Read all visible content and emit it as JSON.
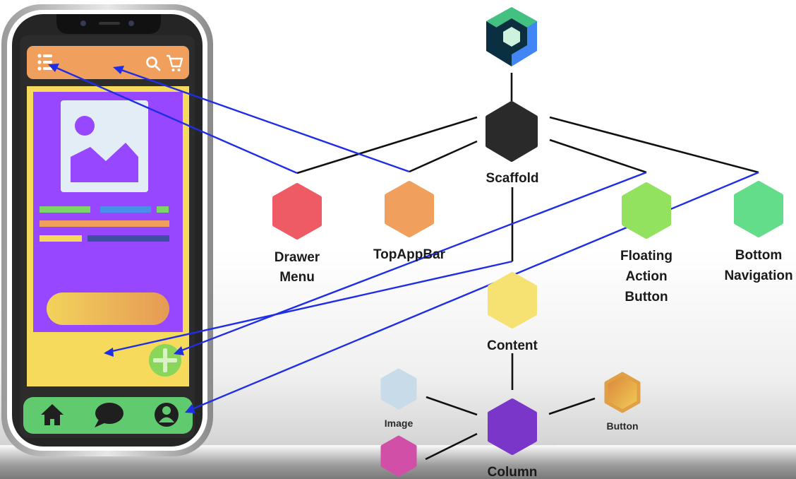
{
  "nodes": {
    "scaffold": "Scaffold",
    "drawer_menu": [
      "Drawer",
      "Menu"
    ],
    "top_app_bar": "TopAppBar",
    "floating_action_button": [
      "Floating",
      "Action",
      "Button"
    ],
    "bottom_navigation": [
      "Bottom",
      "Navigation"
    ],
    "content": "Content",
    "column": "Column",
    "image": "Image",
    "button": "Button"
  },
  "colors": {
    "scaffold": "#2a2a2a",
    "drawer_menu": "#ee5b64",
    "top_app_bar": "#f0a05c",
    "floating_action_button": "#92e25f",
    "bottom_navigation": "#64dd8a",
    "content": "#f6e173",
    "column": "#7a36c9",
    "image": "#c8dbe8",
    "button": "#e7a34a",
    "extra_child": "#d14fa7",
    "compose_logo": "#4285f4",
    "arrows": "#1f2ee6",
    "phone_top_bar": "#f0a05c",
    "phone_content": "#f6da5b",
    "phone_card": "#9747ff",
    "phone_bottom_nav": "#5fca6e",
    "phone_fab": "#8ad65b"
  },
  "icons": {
    "drawer": "list-icon",
    "search": "search-icon",
    "cart": "cart-icon",
    "image_placeholder": "image-placeholder-icon",
    "fab": "plus-icon",
    "home": "home-icon",
    "chat": "chat-icon",
    "profile": "profile-icon",
    "logo": "jetpack-compose-logo"
  }
}
